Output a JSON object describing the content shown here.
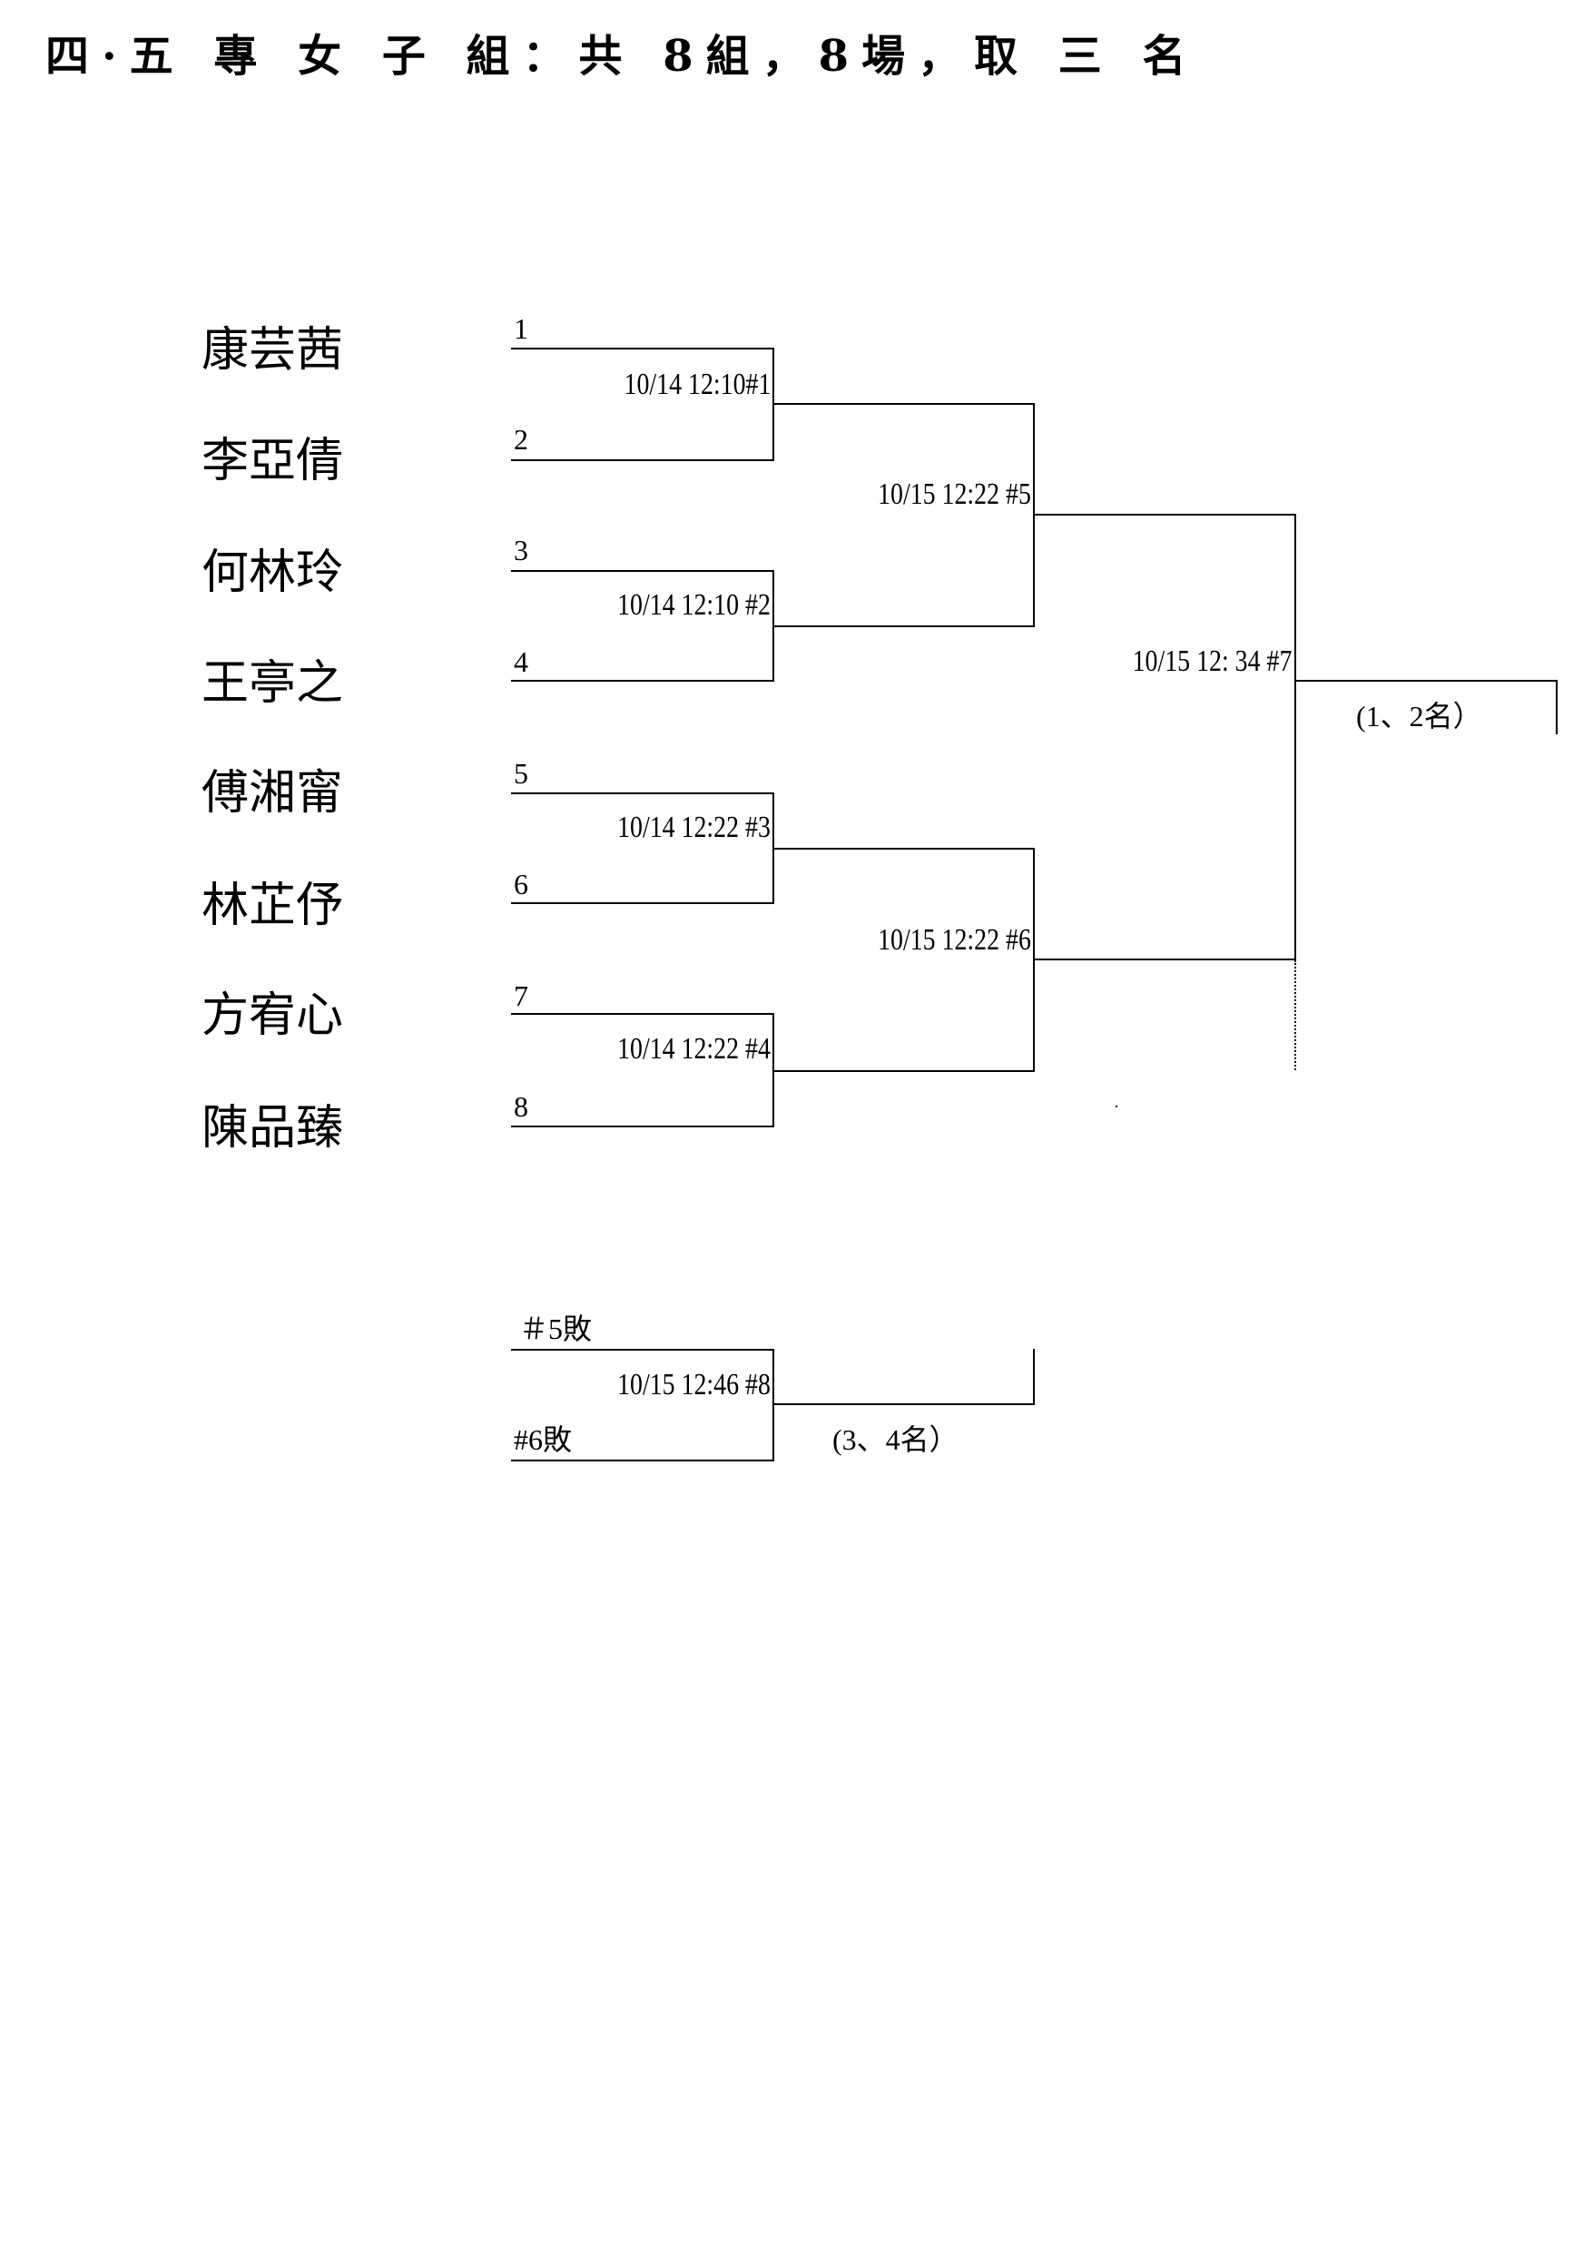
{
  "title": "四·五 專 女 子 組：共 8組，8場，取 三 名",
  "players": [
    "康芸茜",
    "李亞倩",
    "何林玲",
    "王亭之",
    "傅湘甯",
    "林芷伃",
    "方宥心",
    "陳品臻"
  ],
  "seeds": [
    "1",
    "2",
    "3",
    "4",
    "5",
    "6",
    "7",
    "8"
  ],
  "matches": {
    "m1": "10/14 12:10#1",
    "m2": "10/14 12:10 #2",
    "m3": "10/14 12:22 #3",
    "m4": "10/14 12:22 #4",
    "m5": "10/15 12:22 #5",
    "m6": "10/15 12:22 #6",
    "m7": "10/15 12: 34 #7",
    "m8": "10/15 12:46 #8"
  },
  "final_rank": "(1、2名）",
  "third_place": {
    "top_entry": "＃5敗",
    "bottom_entry": "#6敗",
    "rank": "(3、4名）"
  }
}
